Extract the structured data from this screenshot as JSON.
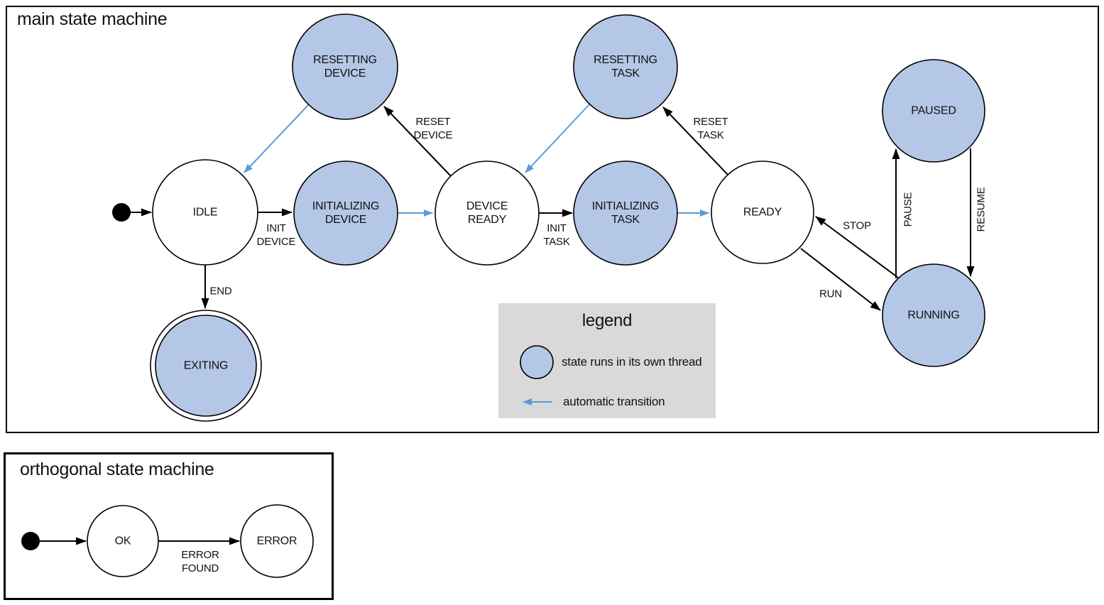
{
  "colors": {
    "thread_state_fill": "#b4c7e7",
    "auto_transition_blue": "#5b9bd5",
    "outline": "#000000",
    "legend_bg": "#d9d9d9"
  },
  "main": {
    "title": "main state machine",
    "states": {
      "idle": "IDLE",
      "resetting_device": "RESETTING\nDEVICE",
      "initializing_device": "INITIALIZING\nDEVICE",
      "device_ready": "DEVICE\nREADY",
      "resetting_task": "RESETTING\nTASK",
      "initializing_task": "INITIALIZING\nTASK",
      "ready": "READY",
      "paused": "PAUSED",
      "running": "RUNNING",
      "exiting": "EXITING"
    },
    "transitions": {
      "init_device": "INIT\nDEVICE",
      "reset_device": "RESET\nDEVICE",
      "init_task": "INIT\nTASK",
      "reset_task": "RESET\nTASK",
      "stop": "STOP",
      "run": "RUN",
      "pause": "PAUSE",
      "resume": "RESUME",
      "end": "END"
    }
  },
  "legend": {
    "title": "legend",
    "thread_state_label": "state runs in its own thread",
    "auto_transition_label": "automatic transition"
  },
  "ortho": {
    "title": "orthogonal state machine",
    "states": {
      "ok": "OK",
      "error": "ERROR"
    },
    "transitions": {
      "error_found": "ERROR\nFOUND"
    }
  }
}
